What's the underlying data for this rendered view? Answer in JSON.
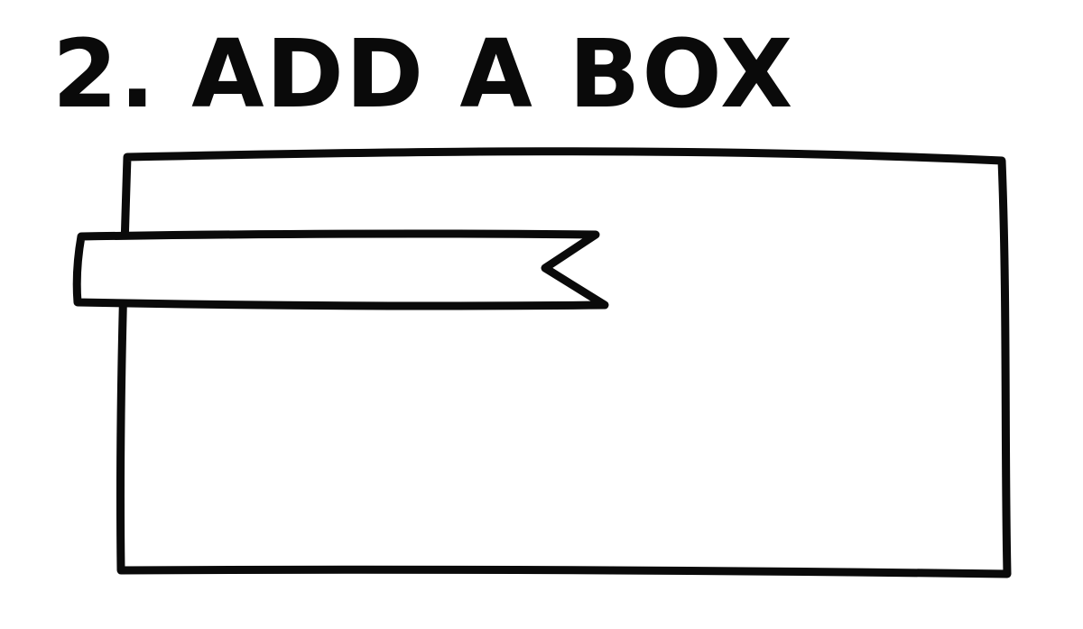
{
  "title": "2. ADD A BOX",
  "colors": {
    "ink": "#0a0a0a",
    "paper": "#ffffff"
  },
  "shapes": {
    "box": "rectangle-box",
    "banner": "ribbon-banner"
  }
}
